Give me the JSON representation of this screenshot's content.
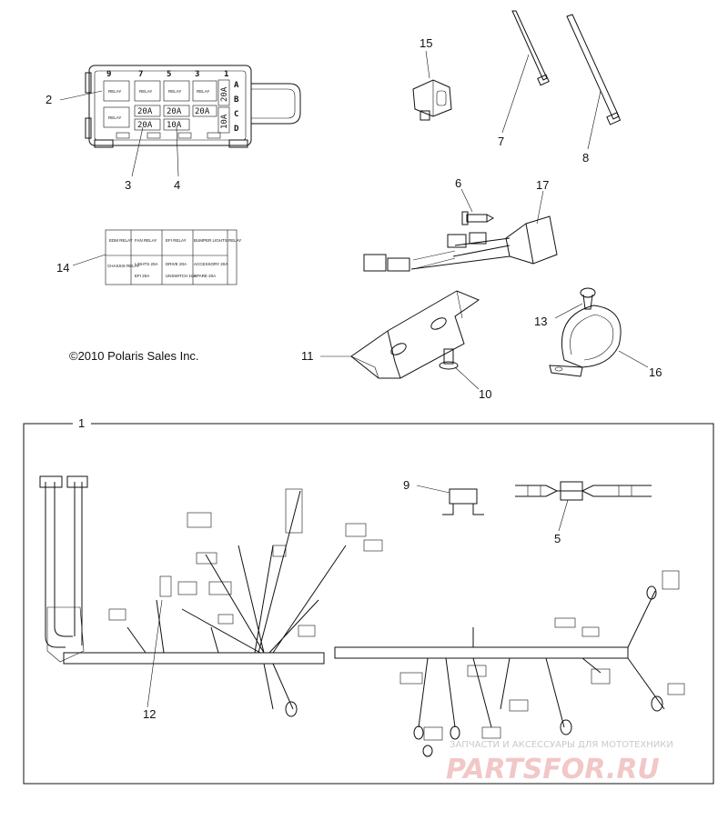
{
  "callouts": {
    "c1": "1",
    "c2": "2",
    "c3": "3",
    "c4": "4",
    "c5": "5",
    "c6": "6",
    "c7": "7",
    "c8": "8",
    "c9": "9",
    "c10": "10",
    "c11": "11",
    "c12": "12",
    "c13": "13",
    "c14": "14",
    "c15": "15",
    "c16": "16",
    "c17": "17"
  },
  "copyright": "©2010 Polaris Sales Inc.",
  "fuse_box": {
    "row_numbers": [
      "9",
      "7",
      "5",
      "3",
      "1"
    ],
    "column_letters": [
      "A",
      "B",
      "C",
      "D"
    ],
    "relay_label": "RELAY",
    "amps": [
      "20A",
      "20A",
      "20A",
      "20A",
      "20A",
      "10A",
      "10A"
    ]
  },
  "label_card": {
    "top": [
      "EDM RELAY",
      "FAN RELAY",
      "EFI RELAY",
      "BUMPER LIGHTS RELAY"
    ],
    "bottom": [
      "CHASSIS RELAY",
      "LIGHTS 20A",
      "DRIVE 20A",
      "ACCESSORY 20A"
    ],
    "bottom2": [
      "",
      "EFI 20A",
      "UNSWITCH 10A",
      "SPARE 20A"
    ]
  },
  "watermark": {
    "top": "ЗАПЧАСТИ И АКСЕССУАРЫ ДЛЯ МОТОТЕХНИКИ",
    "brand": "PARTSFOR.RU"
  }
}
